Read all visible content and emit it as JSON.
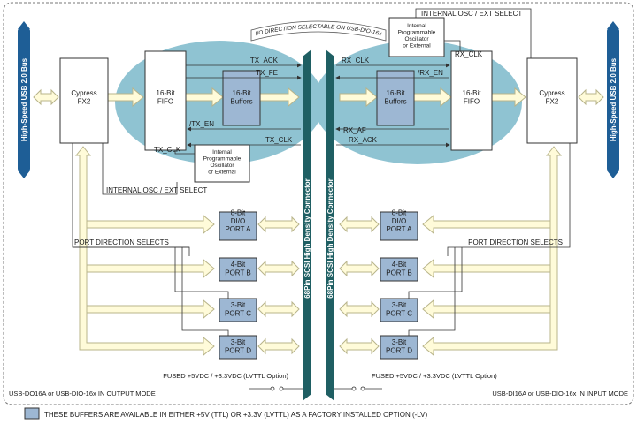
{
  "colors": {
    "ellipse": "#8fc3d2",
    "connector": "#1f5f63",
    "buffer_fill": "#9db7d3",
    "bus_fill": "#1e5e96",
    "arrow_fill": "#fffbd9",
    "arrow_stroke": "#b8b48a",
    "frame": "#777777"
  },
  "left": {
    "bus_label": "High-Speed USB 2.0 Bus",
    "fx2": "Cypress\nFX2",
    "fifo": "16-Bit\nFIFO",
    "buffers": "16-Bit\nBuffers",
    "osc": "Internal\nProgrammable\nOscillator\nor External",
    "sig_tx_ack": "TX_ACK",
    "sig_tx_fe": "TX_FE",
    "sig_tx_en": "/TX_EN",
    "sig_tx_clk_a": "TX_CLK",
    "sig_tx_clk_b": "TX_CLK",
    "osc_select": "INTERNAL OSC / EXT SELECT",
    "port_dir": "PORT DIRECTION SELECTS",
    "port_a": "8-Bit\nDI/O\nPORT A",
    "port_b": "4-Bit\nPORT B",
    "port_c": "3-Bit\nPORT C",
    "port_d": "3-Bit\nPORT D",
    "fused": "FUSED +5VDC / +3.3VDC (LVTTL Option)",
    "mode": "USB-DO16A or USB-DIO-16x IN OUTPUT MODE",
    "connector": "68Pin SCSI High Density Connector"
  },
  "right": {
    "bus_label": "High-Speed USB 2.0 Bus",
    "fx2": "Cypress\nFX2",
    "fifo": "16-Bit\nFIFO",
    "buffers": "16-Bit\nBuffers",
    "osc": "Internal\nProgrammable\nOscillator\nor External",
    "sig_rx_clk_a": "RX_CLK",
    "sig_rx_clk_b": "RX_CLK",
    "sig_rx_en": "/RX_EN",
    "sig_rx_af": "RX_AF",
    "sig_rx_ack": "RX_ACK",
    "osc_select": "INTERNAL OSC / EXT SELECT",
    "port_dir": "PORT DIRECTION SELECTS",
    "port_a": "8-Bit\nDI/O\nPORT A",
    "port_b": "4-Bit\nPORT B",
    "port_c": "3-Bit\nPORT C",
    "port_d": "3-Bit\nPORT D",
    "fused": "FUSED +5VDC / +3.3VDC (LVTTL Option)",
    "mode": "USB-DI16A or USB-DIO-16x IN INPUT MODE",
    "connector": "68Pin SCSI High Density Connector"
  },
  "top_banner": "I/O DIRECTION SELECTABLE ON USB-DIO-16x",
  "legend": "THESE BUFFERS ARE AVAILABLE IN EITHER +5V (TTL) OR +3.3V (LVTTL) AS A FACTORY INSTALLED OPTION (-LV)"
}
